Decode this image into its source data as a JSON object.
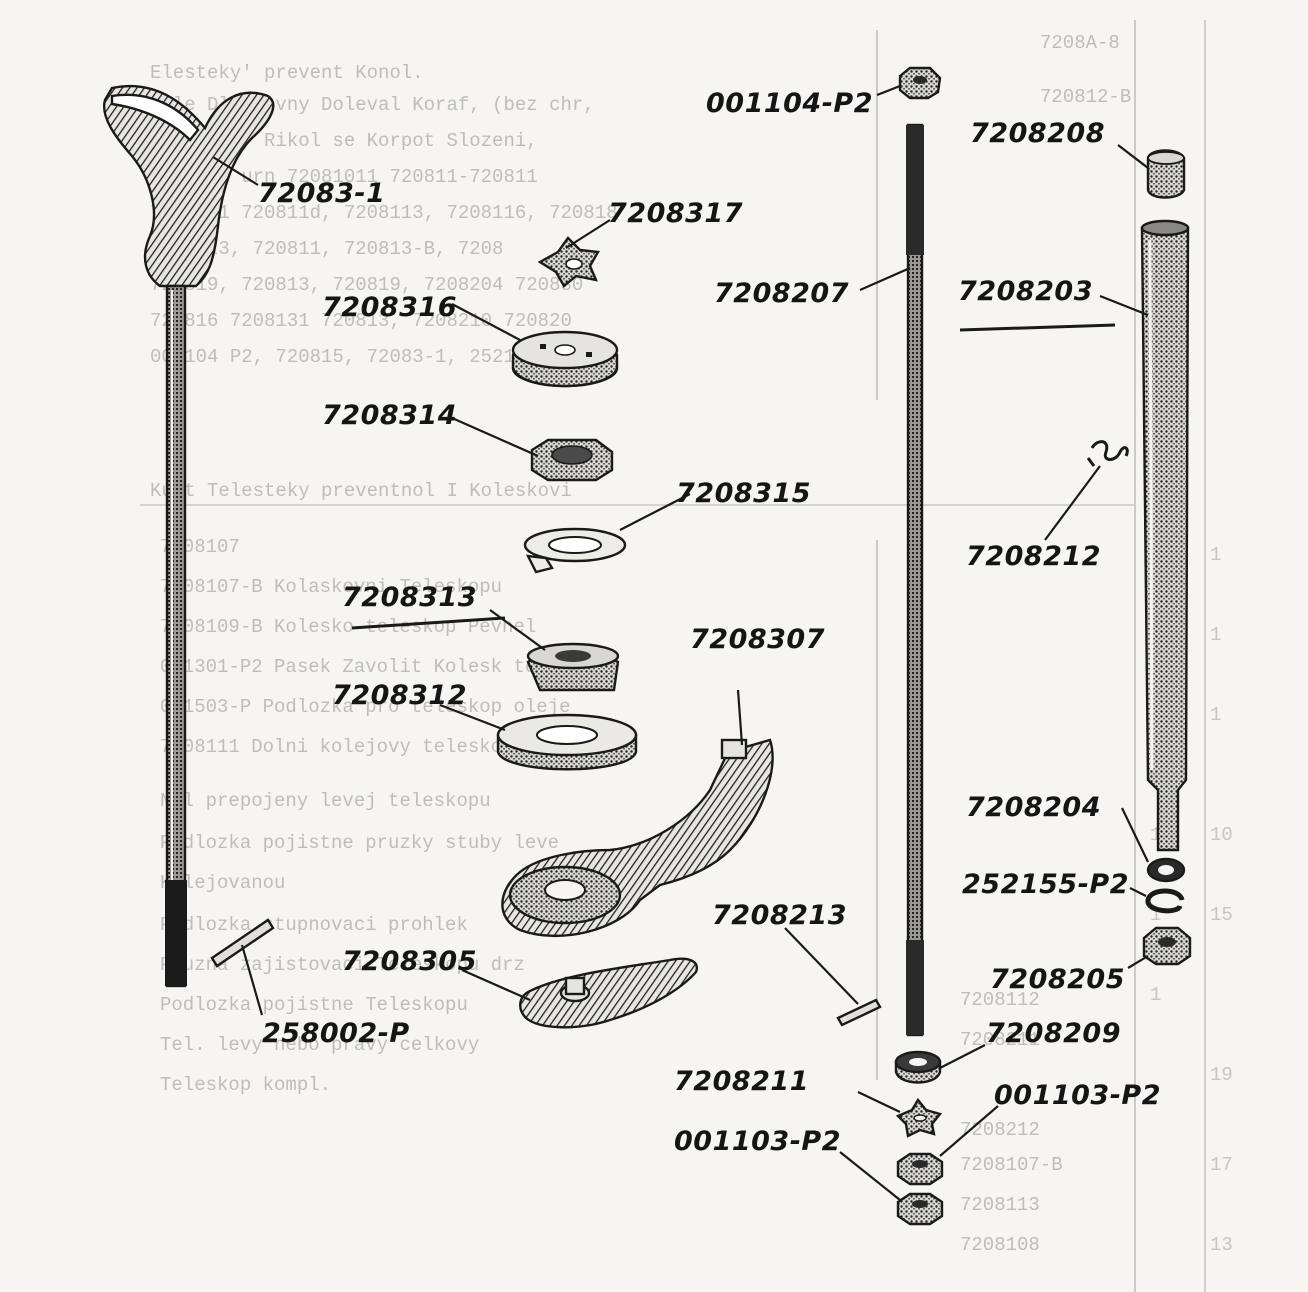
{
  "diagram": {
    "callouts": [
      "001104-P2",
      "72083-1",
      "7208208",
      "7208317",
      "7208316",
      "7208207",
      "7208203",
      "7208314",
      "7208315",
      "7208212",
      "7208313",
      "7208307",
      "7208312",
      "7208204",
      "252155-P2",
      "7208213",
      "7208305",
      "7208205",
      "258002-P",
      "7208209",
      "7208211",
      "001103-P2",
      "001103-P2"
    ]
  },
  "colors": {
    "ink": "#1a1a1a",
    "paper": "#f6f5f1",
    "bleed_through": "#bdbbb5"
  }
}
